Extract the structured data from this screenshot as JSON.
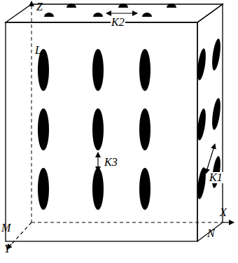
{
  "diagram": {
    "labels": [
      "Z",
      "L",
      "K2",
      "X",
      "K1",
      "K3",
      "M",
      "N",
      "Y"
    ]
  }
}
